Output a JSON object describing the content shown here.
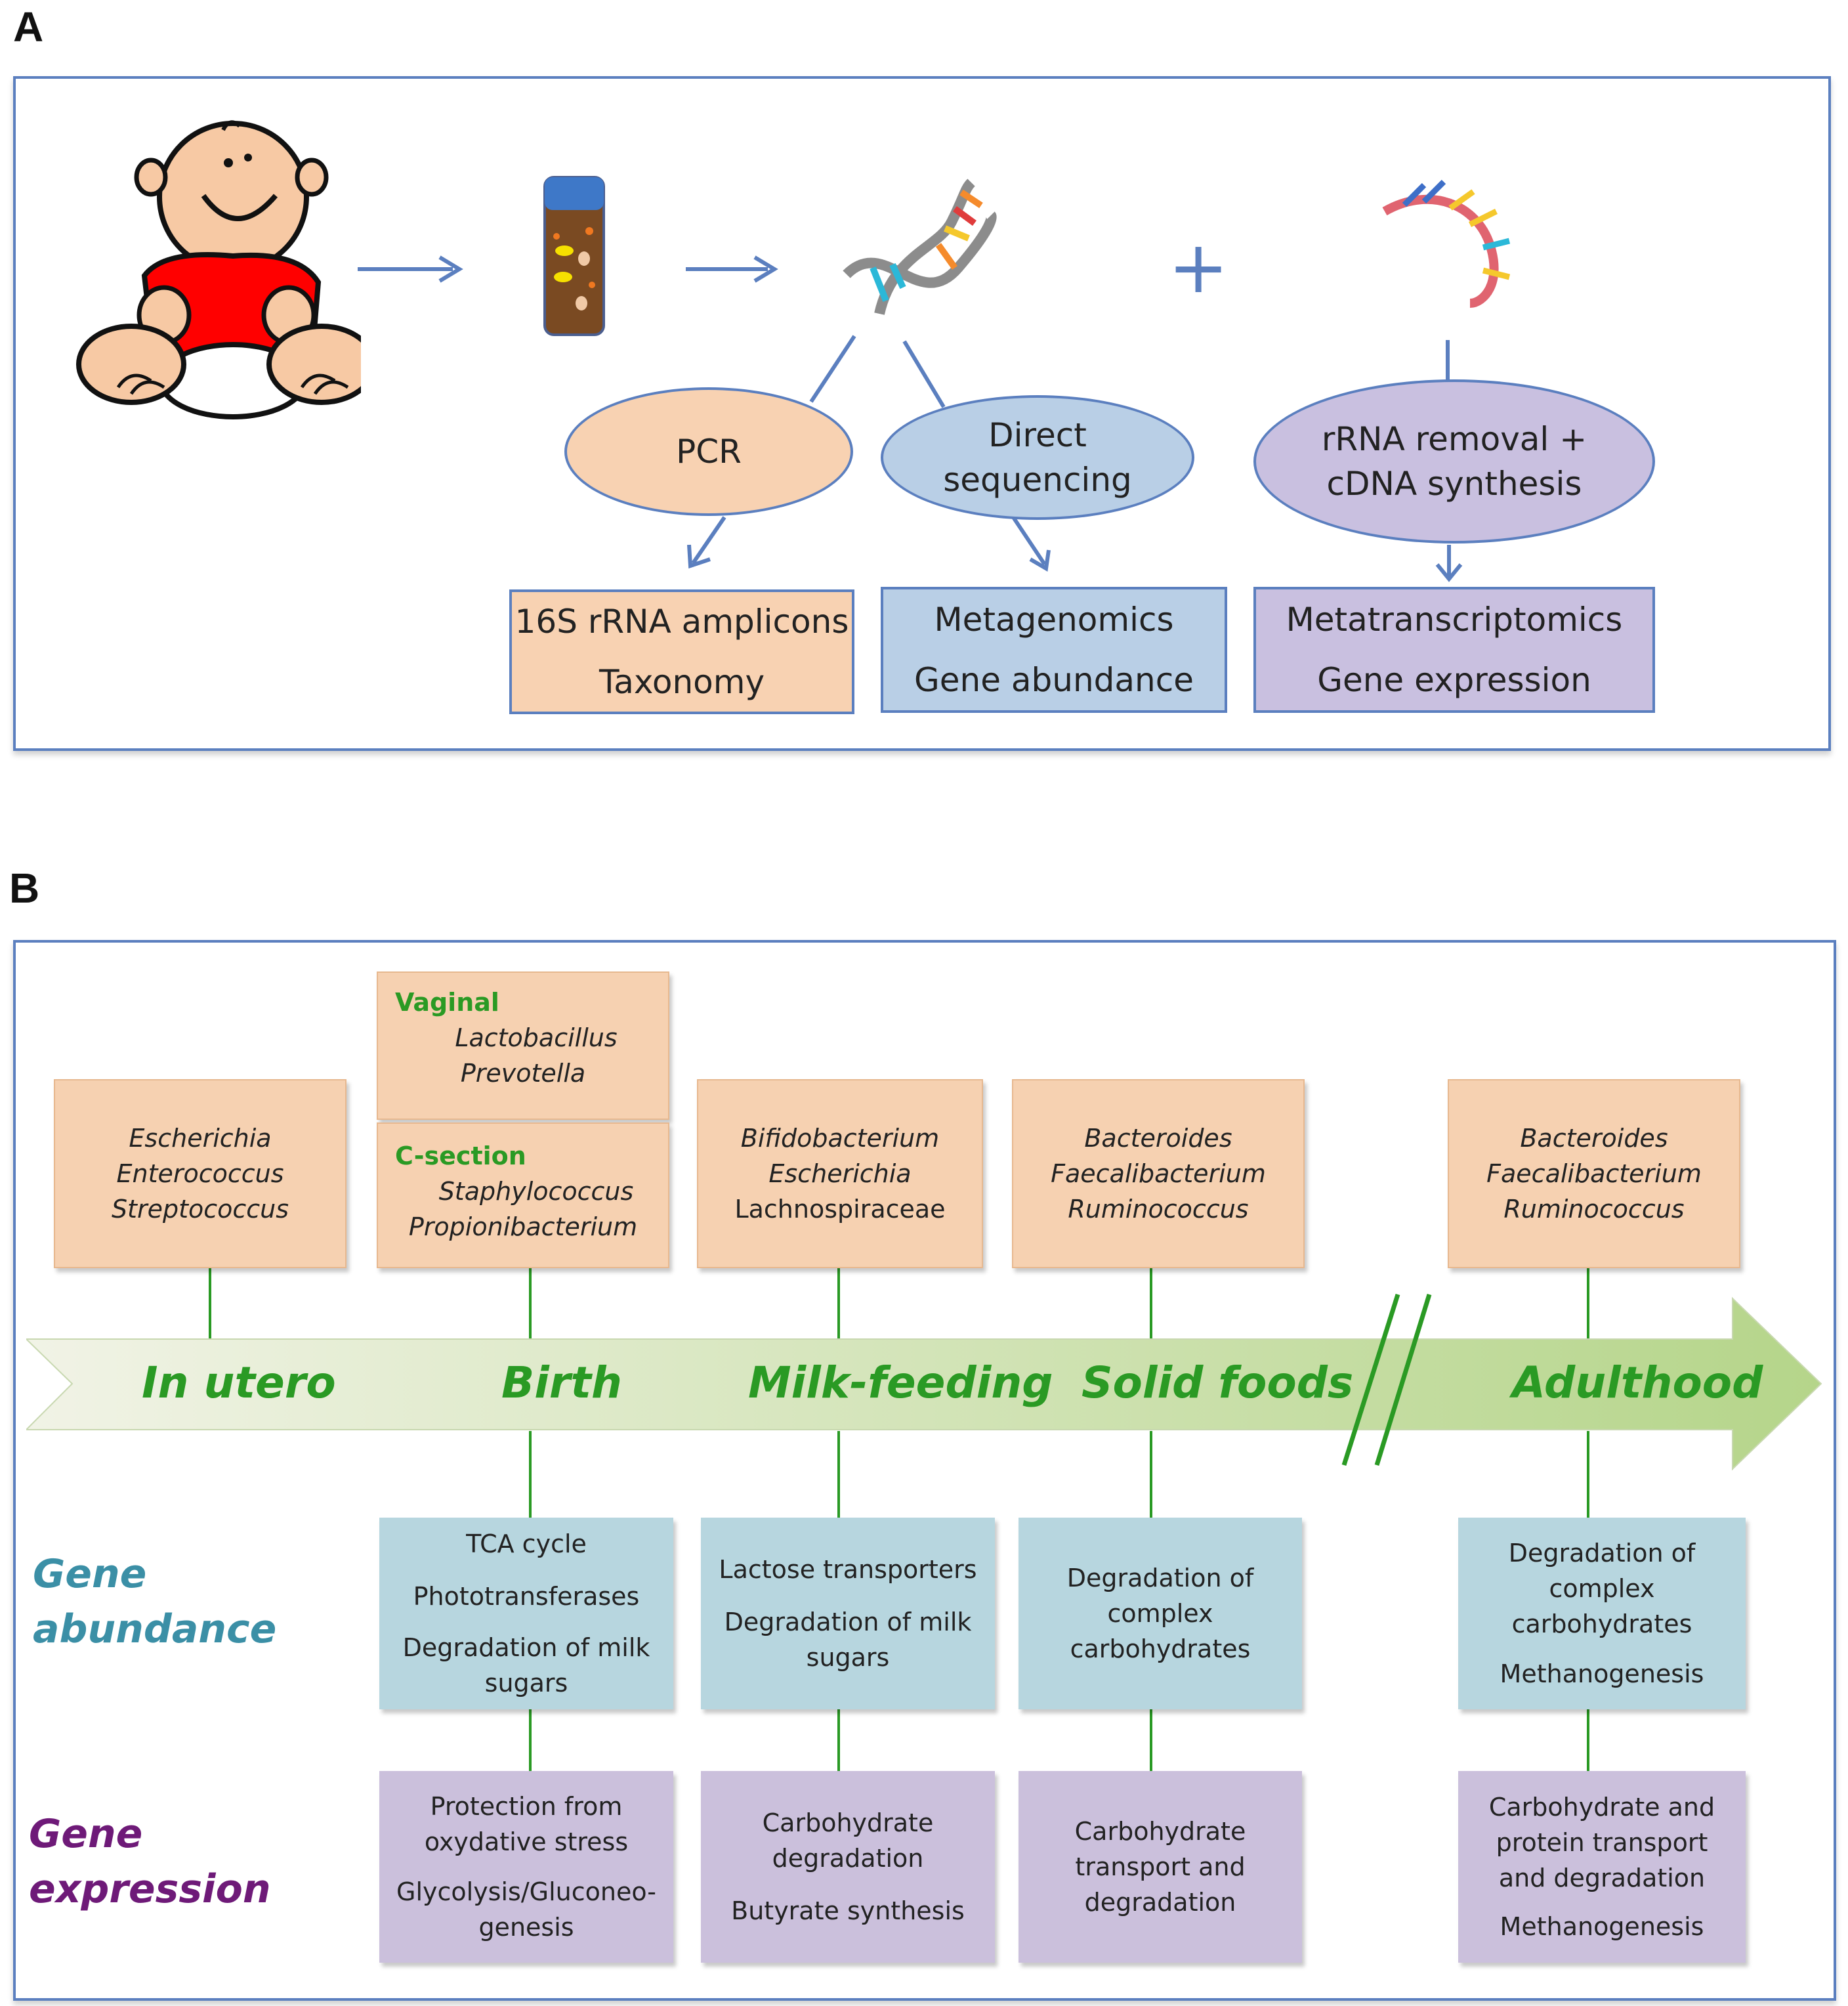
{
  "panel_a": {
    "letter": "A",
    "plus": "+",
    "pcr": "PCR",
    "direct": [
      "Direct",
      "sequencing"
    ],
    "rrna": [
      "rRNA removal +",
      "cDNA synthesis"
    ],
    "box_16s": [
      "16S rRNA amplicons",
      "Taxonomy"
    ],
    "box_meta": [
      "Metagenomics",
      "Gene abundance"
    ],
    "box_metatrans": [
      "Metatranscriptomics",
      "Gene expression"
    ]
  },
  "panel_b": {
    "letter": "B",
    "stages": [
      "In utero",
      "Birth",
      "Milk-feeding",
      "Solid foods",
      "Adulthood"
    ],
    "taxa": {
      "in_utero": [
        "Escherichia",
        "Enterococcus",
        "Streptococcus"
      ],
      "vaginal_label": "Vaginal",
      "vaginal": [
        "Lactobacillus",
        "Prevotella"
      ],
      "csection_label": "C-section",
      "csection": [
        "Staphylococcus",
        "Propionibacterium"
      ],
      "milk": [
        "Bifidobacterium",
        "Escherichia",
        "Lachnospiraceae"
      ],
      "solid": [
        "Bacteroides",
        "Faecalibacterium",
        "Ruminococcus"
      ],
      "adult": [
        "Bacteroides",
        "Faecalibacterium",
        "Ruminococcus"
      ]
    },
    "gene_abundance_label": [
      "Gene",
      "abundance"
    ],
    "gene_expression_label": [
      "Gene",
      "expression"
    ],
    "abundance": {
      "birth": [
        "TCA cycle",
        "Phototransferases",
        "Degradation of milk",
        "sugars"
      ],
      "milk": [
        "Lactose transporters",
        "Degradation of milk",
        "sugars"
      ],
      "solid": [
        "Degradation of",
        "complex",
        "carbohydrates"
      ],
      "adult": [
        "Degradation of",
        "complex",
        "carbohydrates",
        "Methanogenesis"
      ]
    },
    "expression": {
      "birth": [
        "Protection from",
        "oxydative stress",
        "Glycolysis/Gluconeo-",
        "genesis"
      ],
      "milk": [
        "Carbohydrate",
        "degradation",
        "Butyrate synthesis"
      ],
      "solid": [
        "Carbohydrate",
        "transport and",
        "degradation"
      ],
      "adult": [
        "Carbohydrate and",
        "protein transport",
        "and degradation",
        "Methanogenesis"
      ]
    },
    "colors": {
      "stage_green": "#2a9a24",
      "abundance_label": "#3b8fa6",
      "expression_label": "#6e1a78"
    }
  }
}
